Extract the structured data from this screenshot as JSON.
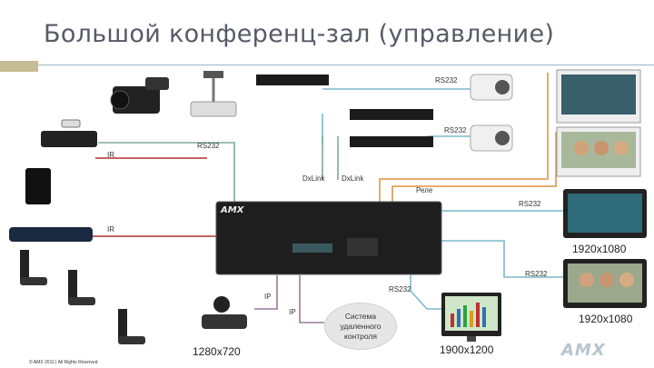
{
  "title": "Большой конференц-зал (управление)",
  "labels": {
    "rs232_top": "RS232",
    "rs232_mid": "RS232",
    "rs232_left": "RS232",
    "ir_left": "IR",
    "dxlink_1": "DxLink",
    "dxlink_2": "DxLink",
    "relay": "Реле",
    "rs232_right1": "RS232",
    "ir_mid": "IR",
    "rs232_right2": "RS232",
    "rs232_bottom": "RS232",
    "ip_1": "IP",
    "ip_2": "IP"
  },
  "resolutions": {
    "display_right1": "1920x1080",
    "display_right2": "1920x1080",
    "camera": "1280x720",
    "monitor": "1900x1200"
  },
  "bubble_text": "Система удаленного контроля",
  "copyright": "© AMX 2011  |  All Rights Reserved",
  "brand": "AMX",
  "colors": {
    "rs232_line": "#7cb8cc",
    "ir_line": "#b03030",
    "dxlink_line": "#7fa89a",
    "relay_line": "#e8a05a",
    "ip_line": "#9a7aa0"
  }
}
